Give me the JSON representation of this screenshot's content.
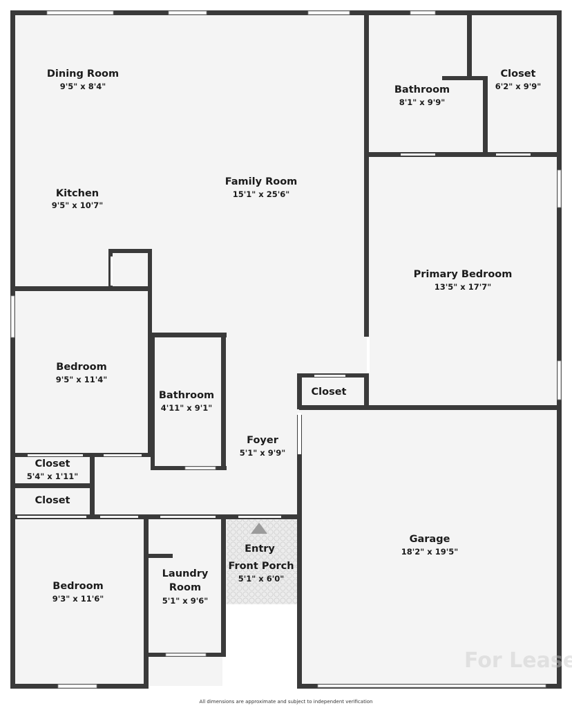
{
  "plan": {
    "rooms": [
      {
        "id": "dining",
        "name": "Dining Room",
        "dim": "9'5\" x 8'4\""
      },
      {
        "id": "kitchen",
        "name": "Kitchen",
        "dim": "9'5\" x 10'7\""
      },
      {
        "id": "family",
        "name": "Family Room",
        "dim": "15'1\" x 25'6\""
      },
      {
        "id": "bath1",
        "name": "Bathroom",
        "dim": "8'1\" x 9'9\""
      },
      {
        "id": "closet1",
        "name": "Closet",
        "dim": "6'2\" x 9'9\""
      },
      {
        "id": "primary",
        "name": "Primary Bedroom",
        "dim": "13'5\" x 17'7\""
      },
      {
        "id": "bedroom1",
        "name": "Bedroom",
        "dim": "9'5\" x 11'4\""
      },
      {
        "id": "bath2",
        "name": "Bathroom",
        "dim": "4'11\" x 9'1\""
      },
      {
        "id": "closet2",
        "name": "Closet",
        "dim": ""
      },
      {
        "id": "foyer",
        "name": "Foyer",
        "dim": "5'1\" x 9'9\""
      },
      {
        "id": "closet3",
        "name": "Closet",
        "dim": "5'4\" x 1'11\""
      },
      {
        "id": "closet4",
        "name": "Closet",
        "dim": ""
      },
      {
        "id": "bedroom2",
        "name": "Bedroom",
        "dim": "9'3\" x 11'6\""
      },
      {
        "id": "laundry",
        "name": "Laundry\nRoom",
        "dim": "5'1\" x 9'6\""
      },
      {
        "id": "entry",
        "name": "Entry",
        "dim": ""
      },
      {
        "id": "porch",
        "name": "Front Porch",
        "dim": "5'1\" x 6'0\""
      },
      {
        "id": "garage",
        "name": "Garage",
        "dim": "18'2\" x 19'5\""
      }
    ]
  },
  "footer_text": "All dimensions are approximate and subject to independent verification",
  "watermark_text": "For Lease",
  "colors": {
    "wall": "#3a3a3a",
    "floor": "#f4f4f4",
    "porch": "#ededed"
  }
}
